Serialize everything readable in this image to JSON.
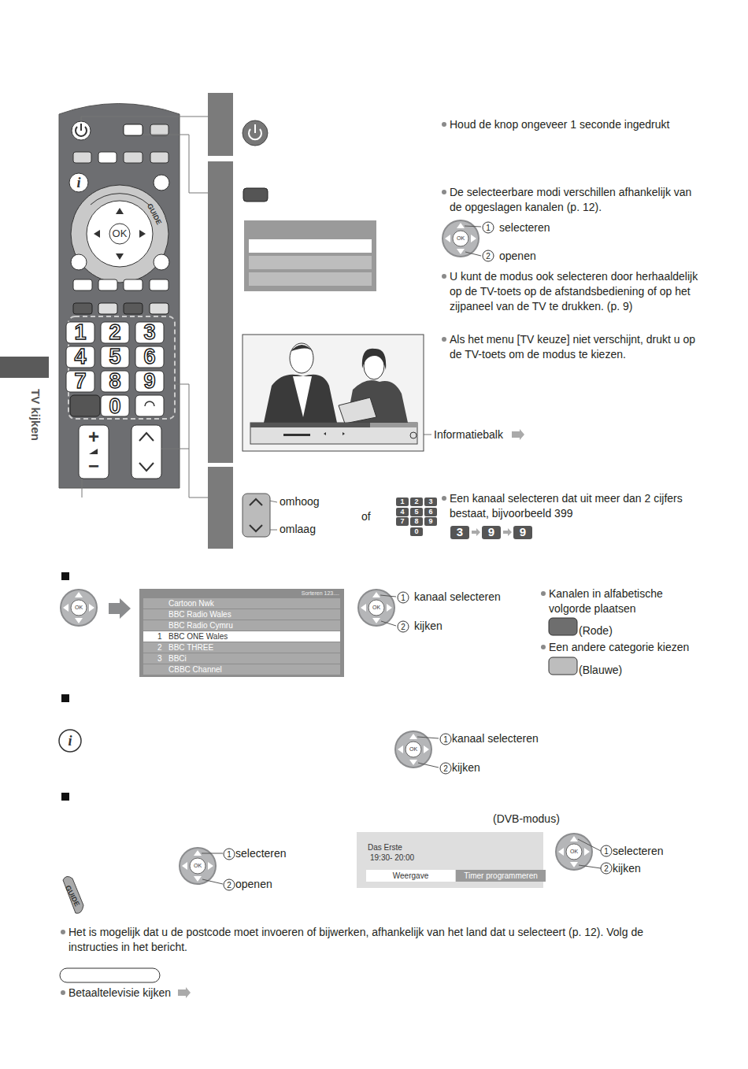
{
  "diagram": {
    "nodes": [
      {
        "text": [
          "Sorteren 123...."
        ]
      },
      {
        "text": [
          "Cartoon Nwk"
        ],
        "in": 0
      },
      {
        "text": [
          "BBC Radio Wales"
        ],
        "in": 0
      },
      {
        "text": [
          "BBC Radio Cymru"
        ],
        "in": 0
      },
      {
        "text": [
          "1",
          "BBC ONE Wales"
        ],
        "in": 0
      },
      {
        "text": [
          "2",
          "BBC THREE"
        ],
        "in": 0
      },
      {
        "text": [
          "3",
          "BBCi"
        ],
        "in": 0
      },
      {
        "text": [
          "CBBC Channel"
        ],
        "in": 0
      },
      {
        "text": [
          "Das Erste",
          "19:30- 20:00"
        ]
      },
      {
        "text": [
          "Weergave"
        ],
        "in": 8
      },
      {
        "text": [
          "Timer programmeren"
        ],
        "in": 8
      }
    ],
    "labels": [
      "TV kijken",
      "i",
      "GUIDE",
      "OK",
      "1",
      "2",
      "3",
      "4",
      "5",
      "6",
      "7",
      "8",
      "9",
      "0",
      "+",
      "−",
      "Houd de knop ongeveer 1 seconde ingedrukt",
      "De selecteerbare modi verschillen afhankelijk van de opgeslagen kanalen (p. 12).",
      "1",
      "selecteren",
      "2",
      "openen",
      "OK",
      "U kunt de modus ook selecteren door herhaaldelijk op de TV-toets op de afstandsbediening of op het zijpaneel van de TV te drukken. (p. 9)",
      "Als het menu [TV keuze] niet verschijnt, drukt u op de TV-toets om de modus te kiezen.",
      "Informatiebalk",
      "omhoog",
      "omlaag",
      "of",
      "1",
      "2",
      "3",
      "4",
      "5",
      "6",
      "7",
      "8",
      "9",
      "0",
      "Een kanaal selecteren dat uit meer dan 2 cijfers bestaat, bijvoorbeeld 399",
      "3",
      "9",
      "9",
      "OK",
      "OK",
      "1",
      "kanaal selecteren",
      "2",
      "kijken",
      "Kanalen in alfabetische volgorde plaatsen",
      "(Rode)",
      "Een andere categorie kiezen",
      "(Blauwe)",
      "i",
      "OK",
      "1",
      "kanaal selecteren",
      "2",
      "kijken",
      "(DVB-modus)",
      "OK",
      "1",
      "selecteren",
      "2",
      "openen",
      "OK",
      "1",
      "selecteren",
      "2",
      "kijken",
      "GUIDE",
      "Het is mogelijk dat u de postcode moet invoeren of bijwerken, afhankelijk van het land dat u selecteert (p. 12). Volg de instructies in het bericht.",
      "Betaaltelevisie kijken"
    ]
  }
}
